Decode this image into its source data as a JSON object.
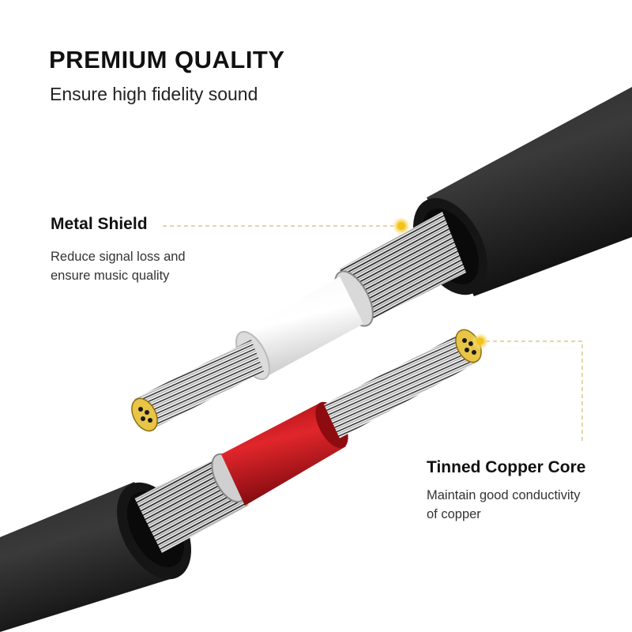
{
  "header": {
    "title": "PREMIUM QUALITY",
    "subtitle": "Ensure high fidelity sound"
  },
  "callouts": [
    {
      "title": "Metal Shield",
      "description": "Reduce signal loss and\nensure music quality"
    },
    {
      "title": "Tinned Copper Core",
      "description": "Maintain good conductivity\nof copper"
    }
  ],
  "colors": {
    "background": "#ffffff",
    "jacket": "#1c1c1c",
    "shield_strands": "#cfcfcf",
    "white_insulation": "#e9e9e9",
    "red_insulation": "#c4161c",
    "copper_core": "#e8c547",
    "leader_line": "#d8c98a",
    "highlight_dot": "#f2c318"
  }
}
